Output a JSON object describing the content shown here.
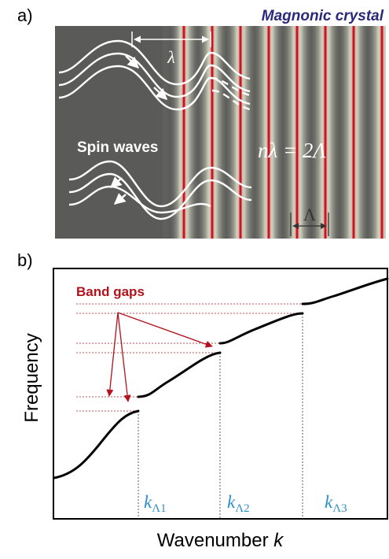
{
  "panel_a": {
    "label": "a)",
    "title": "Magnonic crystal",
    "spin_waves_label": "Spin waves",
    "lambda_symbol": "λ",
    "bragg_condition": "nλ = 2Λ",
    "period_symbol": "Λ"
  },
  "panel_b": {
    "label": "b)",
    "band_gaps_label": "Band gaps",
    "y_axis_label": "Frequency",
    "x_axis_label": "Wavenumber ",
    "x_axis_symbol": "k",
    "k_markers": [
      {
        "base": "k",
        "sub": "Λ1"
      },
      {
        "base": "k",
        "sub": "Λ2"
      },
      {
        "base": "k",
        "sub": "Λ3"
      }
    ]
  },
  "colors": {
    "title": "#2b2a7a",
    "band_gap": "#b3121b",
    "k_marker": "#2e8fc9",
    "stripe_red": "#c8161d",
    "panel_background": "#5a5a58"
  }
}
